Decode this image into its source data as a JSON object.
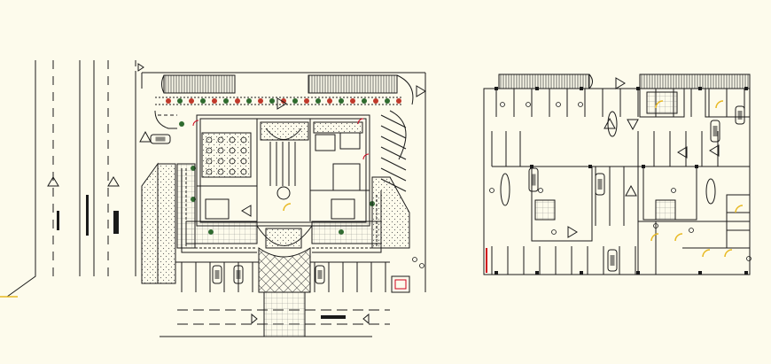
{
  "canvas": {
    "background": "#fdfbec"
  },
  "colors": {
    "line": "#1a1a1a",
    "hatch": "#555555",
    "tree": "#2e6b2e",
    "flower": "#c0392b",
    "accent_yellow": "#e8b923",
    "accent_red": "#d0021b",
    "gray_fill": "#9a9a9a"
  },
  "drawings": [
    {
      "id": "site-plan",
      "kind": "ground-floor-site-plan"
    },
    {
      "id": "basement-plan",
      "kind": "parking-level-plan"
    }
  ],
  "symbols": {
    "direction_arrow": "triangle-arrow",
    "tree": "tree-symbol",
    "car": "car-symbol",
    "staircase": "stair-symbol",
    "door": "door-swing-symbol"
  }
}
